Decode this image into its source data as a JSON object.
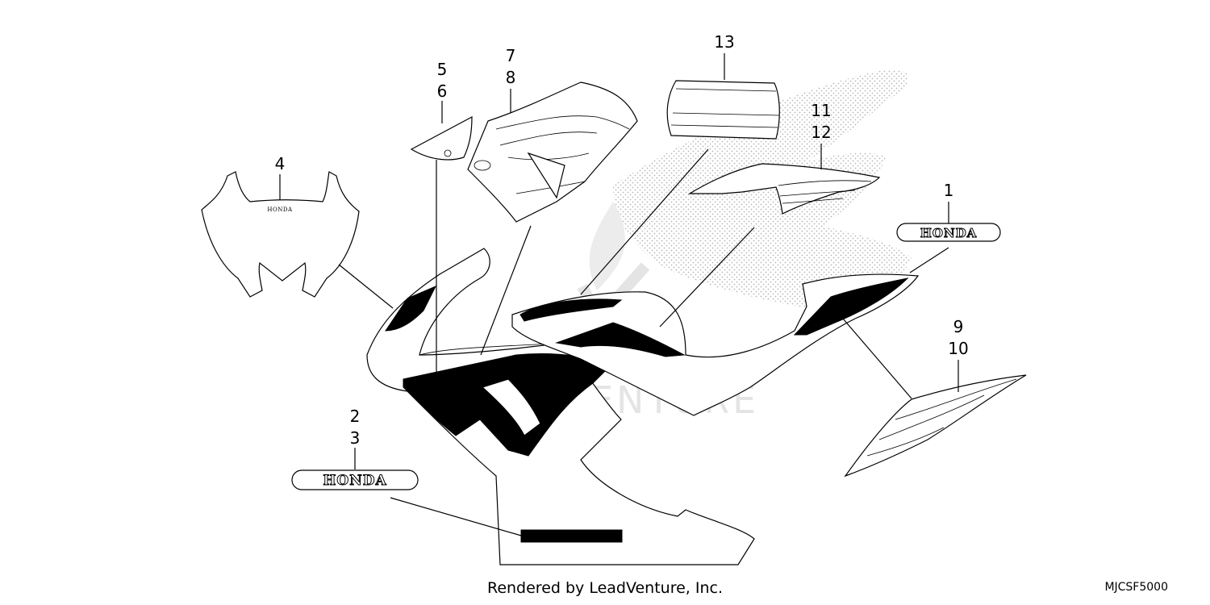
{
  "callouts": [
    "1",
    "2",
    "3",
    "4",
    "5",
    "6",
    "7",
    "8",
    "9",
    "10",
    "11",
    "12",
    "13"
  ],
  "brand_emblem": "HONDA",
  "watermark": "LEADVENTURE",
  "footer": "Rendered by LeadVenture, Inc.",
  "diagram_code": "MJCSF5000"
}
